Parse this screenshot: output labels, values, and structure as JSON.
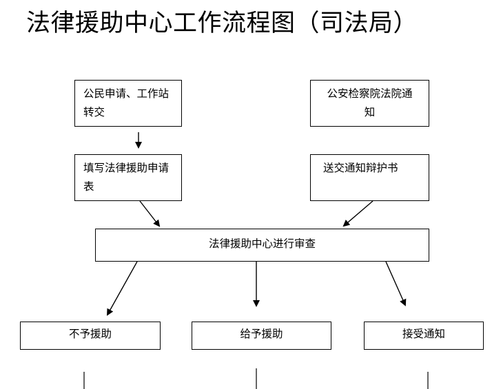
{
  "title": "法律援助中心工作流程图（司法局）",
  "nodes": {
    "citizen_application": "公民申请、工作站转交",
    "procuratorate_court_notice": "公安检察院法院通知",
    "fill_application_form": "填写法律援助申请表",
    "deliver_defense_letter": "送交通知辩护书",
    "center_review": "法律援助中心进行审查",
    "no_aid": "不予援助",
    "grant_aid": "给予援助",
    "accept_notice": "接受通知"
  }
}
